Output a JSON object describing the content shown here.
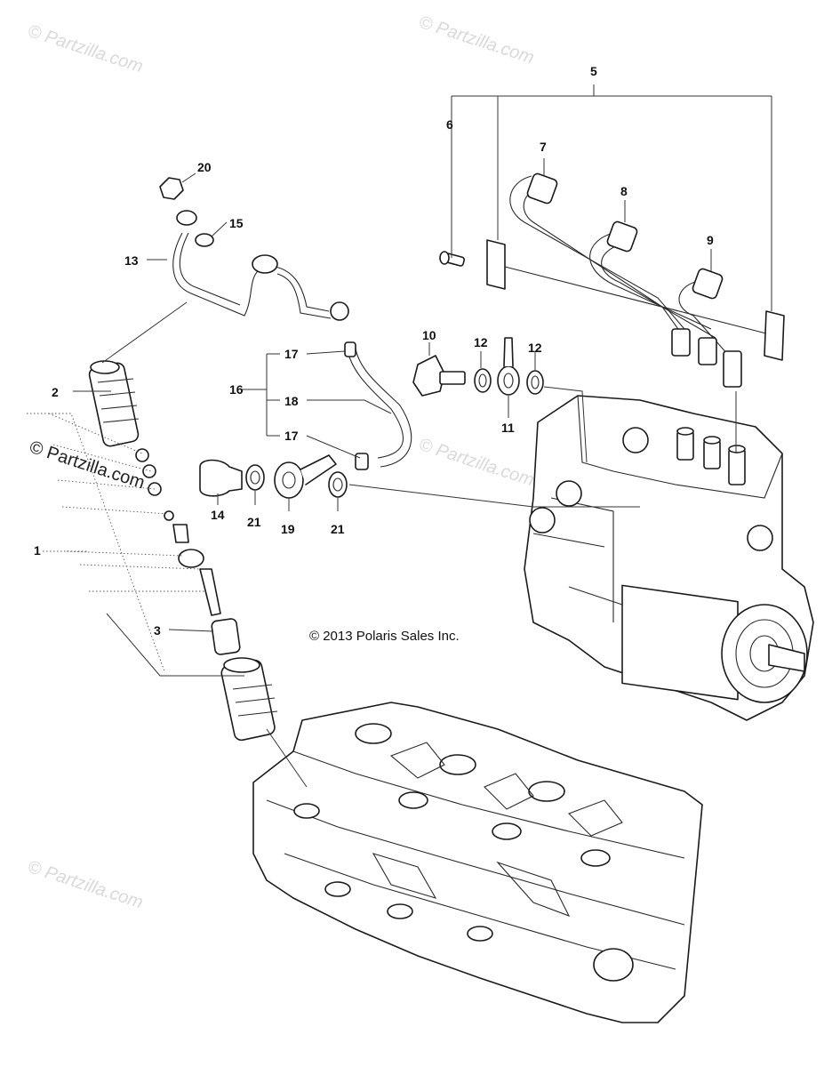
{
  "copyright": "© 2013 Polaris Sales Inc.",
  "watermark": "© Partzilla.com",
  "watermark_dark": "© Partzilla.com",
  "callouts": [
    "1",
    "2",
    "3",
    "5",
    "6",
    "7",
    "8",
    "9",
    "10",
    "11",
    "12",
    "12",
    "13",
    "14",
    "15",
    "16",
    "17",
    "17",
    "18",
    "19",
    "20",
    "21",
    "21"
  ]
}
